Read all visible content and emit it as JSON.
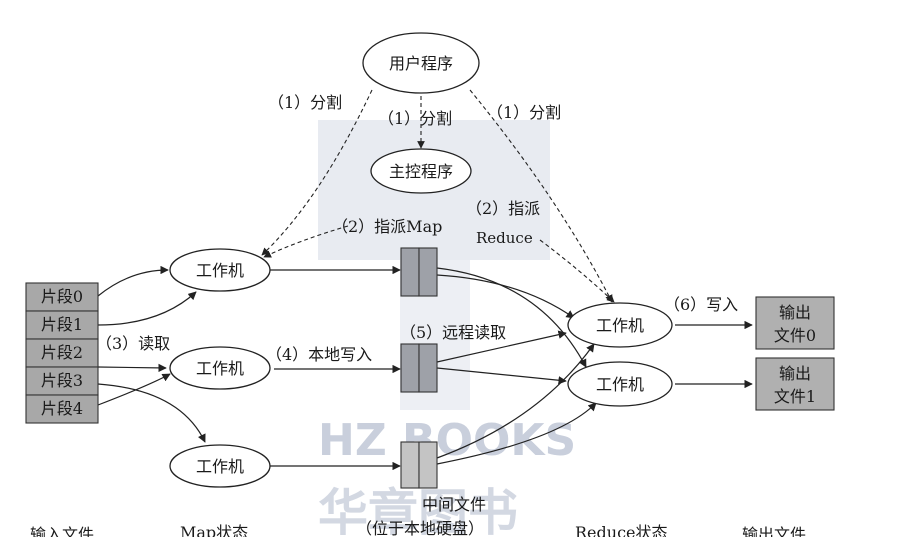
{
  "watermark": {
    "text1": "HZ BOOKS",
    "text2": "华章图书"
  },
  "nodes": {
    "user_program": "用户程序",
    "master": "主控程序",
    "worker_map_1": "工作机",
    "worker_map_2": "工作机",
    "worker_map_3": "工作机",
    "worker_reduce_1": "工作机",
    "worker_reduce_2": "工作机"
  },
  "segments": [
    "片段0",
    "片段1",
    "片段2",
    "片段3",
    "片段4"
  ],
  "outputs": [
    {
      "line1": "输出",
      "line2": "文件0"
    },
    {
      "line1": "输出",
      "line2": "文件1"
    }
  ],
  "edge_labels": {
    "split_left": "（1）分割",
    "split_mid": "（1）分割",
    "split_right": "（1）分割",
    "assign_map": "（2）指派Map",
    "assign_reduce_1": "（2）指派",
    "assign_reduce_2": "Reduce",
    "read": "（3）读取",
    "local_write": "（4）本地写入",
    "remote_read": "（5）远程读取",
    "write": "（6）写入"
  },
  "intermediate": {
    "line1": "中间文件",
    "line2": "（位于本地硬盘）"
  },
  "stages": {
    "input": "输入文件",
    "map": "Map状态",
    "reduce": "Reduce状态",
    "output": "输出文件"
  }
}
